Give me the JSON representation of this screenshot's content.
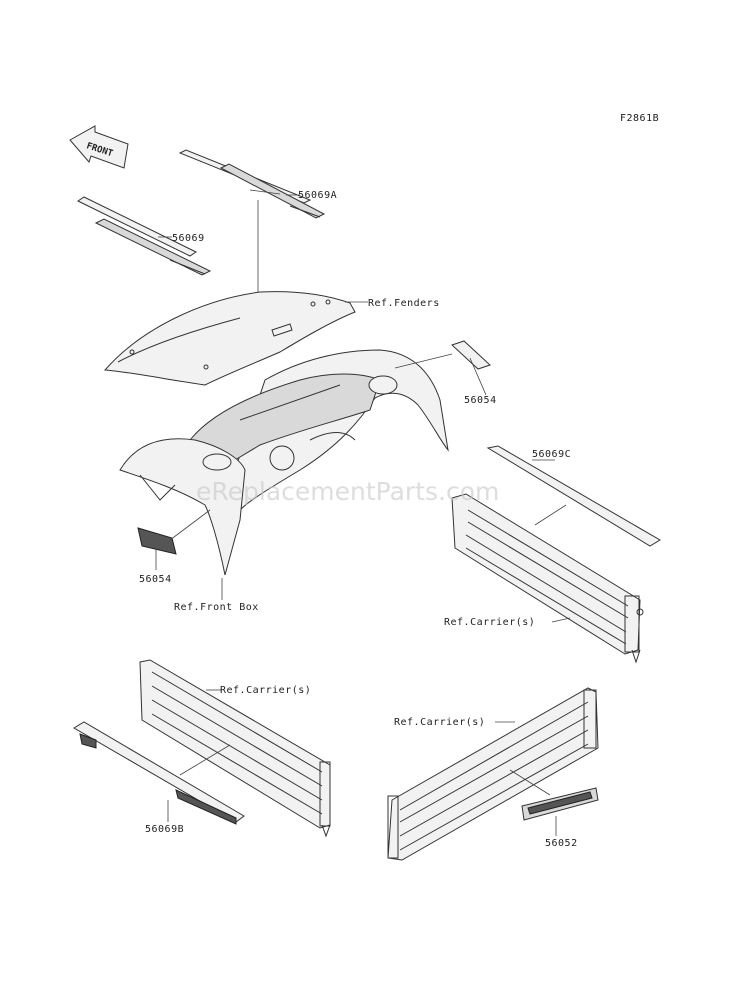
{
  "figure_code": "F2861B",
  "front_arrow": "FRONT",
  "watermark": "eReplacementParts.com",
  "labels": {
    "p56069A": "56069A",
    "p56069": "56069",
    "ref_fenders": "Ref.Fenders",
    "p56054_right": "56054",
    "p56069C": "56069C",
    "p56054_left": "56054",
    "ref_front_box": "Ref.Front Box",
    "ref_carrier_right": "Ref.Carrier(s)",
    "ref_carrier_left": "Ref.Carrier(s)",
    "ref_carrier_bottom": "Ref.Carrier(s)",
    "p56069B": "56069B",
    "p56052": "56052"
  }
}
